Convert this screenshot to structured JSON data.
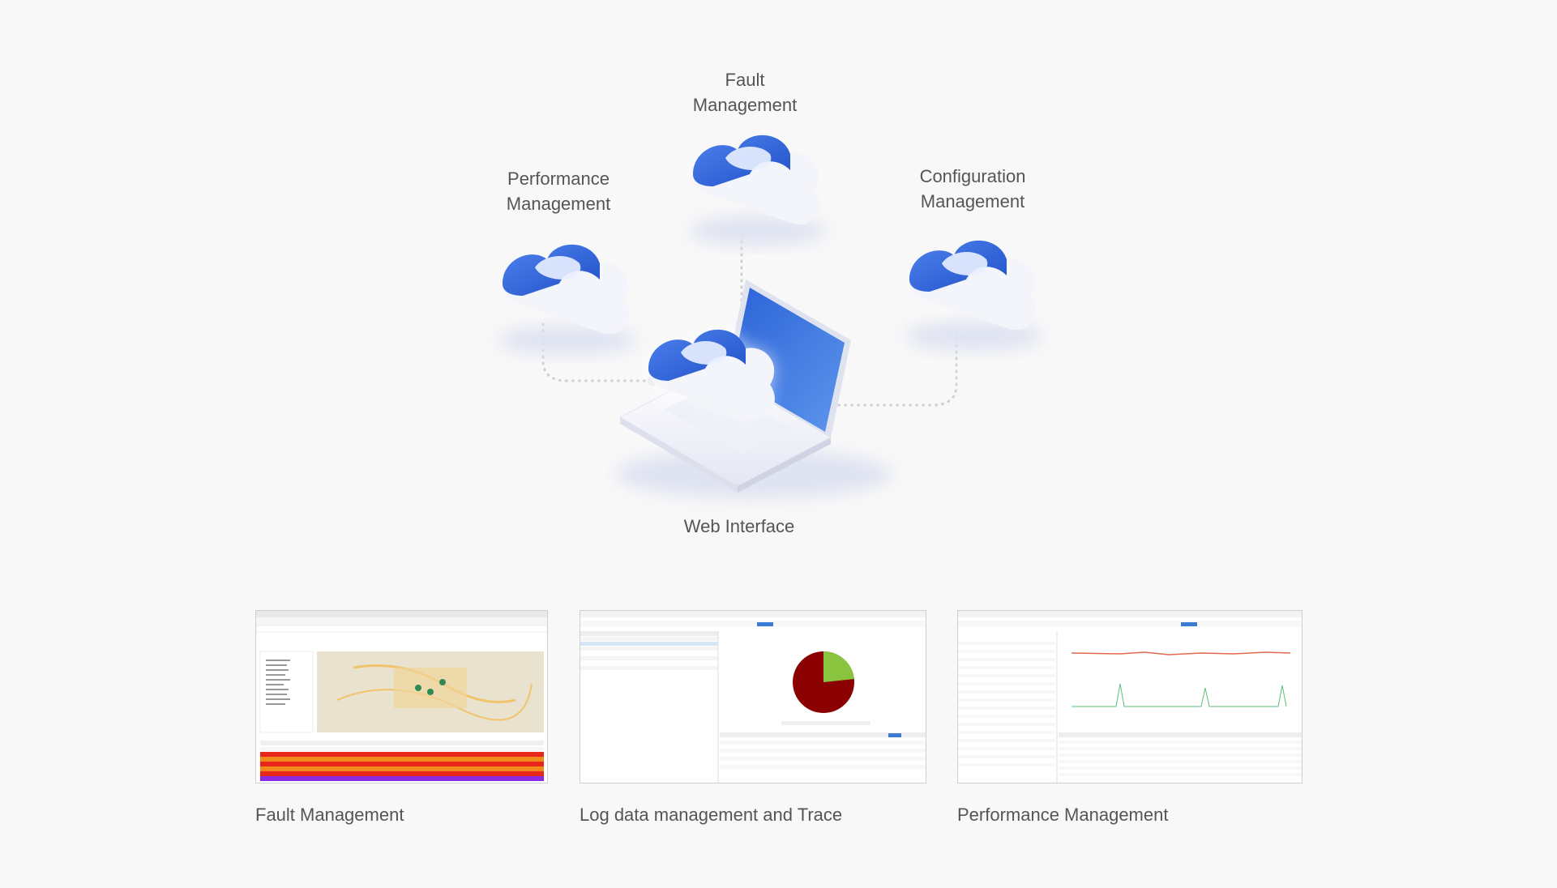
{
  "diagram": {
    "nodes": {
      "fault": "Fault\nManagement",
      "performance": "Performance\nManagement",
      "configuration": "Configuration\nManagement",
      "web": "Web Interface"
    }
  },
  "screenshots": [
    {
      "caption": "Fault Management",
      "icon": "fault-management-screenshot"
    },
    {
      "caption": "Log data management and Trace",
      "icon": "log-trace-screenshot"
    },
    {
      "caption": "Performance Management",
      "icon": "performance-screenshot"
    }
  ],
  "colors": {
    "cloud_blue": "#2a5fd6",
    "cloud_light": "#5b8cf0",
    "dots": "#c8c8c8",
    "laptop_screen": "#2e6fdc",
    "pie_dark": "#8b0000",
    "pie_green": "#8ac33e",
    "row_red": "#e8261a",
    "row_orange": "#f08a1a",
    "row_purple": "#8a2be2"
  }
}
